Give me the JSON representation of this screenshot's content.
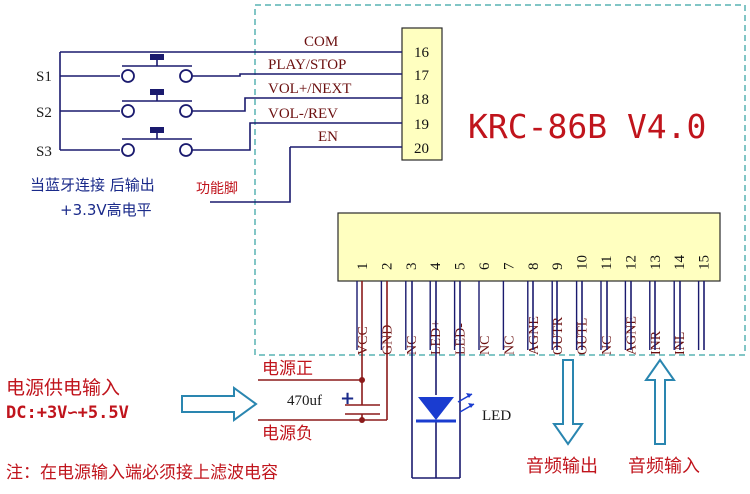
{
  "module": {
    "name": "KRC-86B  V4.0"
  },
  "switches": [
    {
      "label": "S1"
    },
    {
      "label": "S2"
    },
    {
      "label": "S3"
    }
  ],
  "upper_pins": [
    {
      "number": "16",
      "signal": "COM"
    },
    {
      "number": "17",
      "signal": "PLAY/STOP"
    },
    {
      "number": "18",
      "signal": "VOL+/NEXT"
    },
    {
      "number": "19",
      "signal": "VOL-/REV"
    },
    {
      "number": "20",
      "signal": "EN"
    }
  ],
  "bottom_pins": [
    {
      "number": "1",
      "signal": "VCC"
    },
    {
      "number": "2",
      "signal": "GND"
    },
    {
      "number": "3",
      "signal": "NC"
    },
    {
      "number": "4",
      "signal": "LED+"
    },
    {
      "number": "5",
      "signal": "LED-"
    },
    {
      "number": "6",
      "signal": "NC"
    },
    {
      "number": "7",
      "signal": "NC"
    },
    {
      "number": "8",
      "signal": "AGNE"
    },
    {
      "number": "9",
      "signal": "OUTR"
    },
    {
      "number": "10",
      "signal": "OUTL"
    },
    {
      "number": "11",
      "signal": "NC"
    },
    {
      "number": "12",
      "signal": "AGNE"
    },
    {
      "number": "13",
      "signal": "INR"
    },
    {
      "number": "14",
      "signal": "INL"
    },
    {
      "number": "15",
      "signal": ""
    }
  ],
  "annotations": {
    "bt_connected_line1": "当蓝牙连接 后输出",
    "bt_connected_line2": "+3.3V高电平",
    "function_pin": "功能脚",
    "power_input_title": "电源供电输入",
    "power_input_range": "DC:+3V∽+5.5V",
    "power_positive": "电源正",
    "power_negative": "电源负",
    "capacitor": "470uf",
    "cap_plus": "+",
    "led": "LED",
    "audio_output": "音频输出",
    "audio_input": "音频输入",
    "note": "注：在电源输入端必须接上滤波电容"
  },
  "colors": {
    "module_border": "#58b4b4",
    "wire": "#1a1a6e",
    "red_wire": "#8b1a1a",
    "pin_fill": "#ffffc0",
    "arrow": "#2a86b0",
    "led": "#1a3cd0",
    "red_text": "#c0141c",
    "blue_text": "#1a2a8a"
  }
}
